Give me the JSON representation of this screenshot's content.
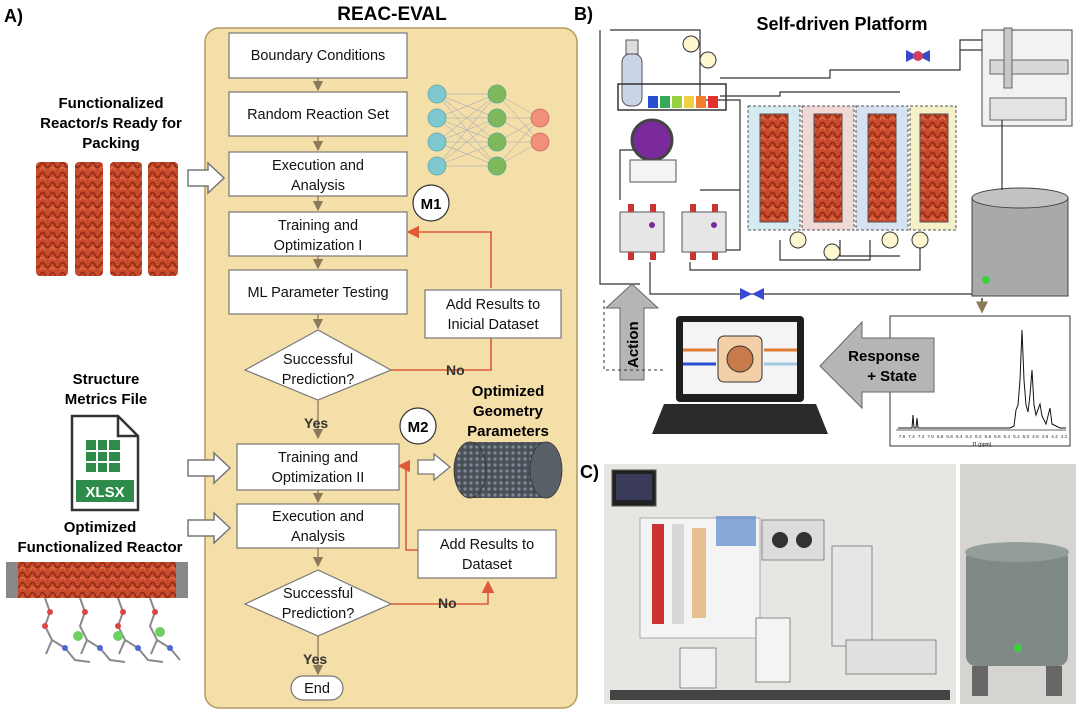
{
  "panel_a": {
    "letter": "A)",
    "title": "REAC-EVAL",
    "left_labels": {
      "reactors": [
        "Functionalized",
        "Reactor/s Ready for",
        "Packing"
      ],
      "metrics": [
        "Structure",
        "Metrics File"
      ],
      "file_type": "XLSX",
      "optimized": [
        "Optimized",
        "Functionalized Reactor"
      ]
    },
    "steps": {
      "boundary": "Boundary Conditions",
      "random": "Random Reaction Set",
      "exec1": [
        "Execution and",
        "Analysis"
      ],
      "train1": [
        "Training and",
        "Optimization I"
      ],
      "mltest": "ML Parameter Testing",
      "add1": [
        "Add Results to",
        "Inicial Dataset"
      ],
      "decision1": [
        "Successful",
        "Prediction?"
      ],
      "train2": [
        "Training and",
        "Optimization II"
      ],
      "exec2": [
        "Execution and",
        "Analysis"
      ],
      "add2": [
        "Add Results to",
        "Dataset"
      ],
      "decision2": [
        "Successful",
        "Prediction?"
      ],
      "end": "End"
    },
    "badges": {
      "m1": "M1",
      "m2": "M2"
    },
    "labels": {
      "no1": "No",
      "yes1": "Yes",
      "no2": "No",
      "yes2": "Yes"
    },
    "geometry_label": [
      "Optimized",
      "Geometry",
      "Parameters"
    ]
  },
  "panel_b": {
    "letter": "B)",
    "title": "Self-driven Platform",
    "action": "Action",
    "response": [
      "Response",
      "+ State"
    ],
    "nmr_ticks": [
      "7.6",
      "7.4",
      "7.2",
      "7.0",
      "6.8",
      "6.6",
      "6.4",
      "6.2",
      "6.0",
      "5.8",
      "5.6",
      "5.4",
      "5.2",
      "5.0",
      "4.8",
      "4.6",
      "4.4",
      "4.2"
    ],
    "nmr_axis": "f1 (ppm)"
  },
  "panel_c": {
    "letter": "C)"
  },
  "colors": {
    "flow_bg": "#f5dfa8",
    "reactor_red": "#c94a2c",
    "feedback_red": "#e05a3a",
    "arrow_gray": "#b5b5b5",
    "box_border": "#888888"
  }
}
